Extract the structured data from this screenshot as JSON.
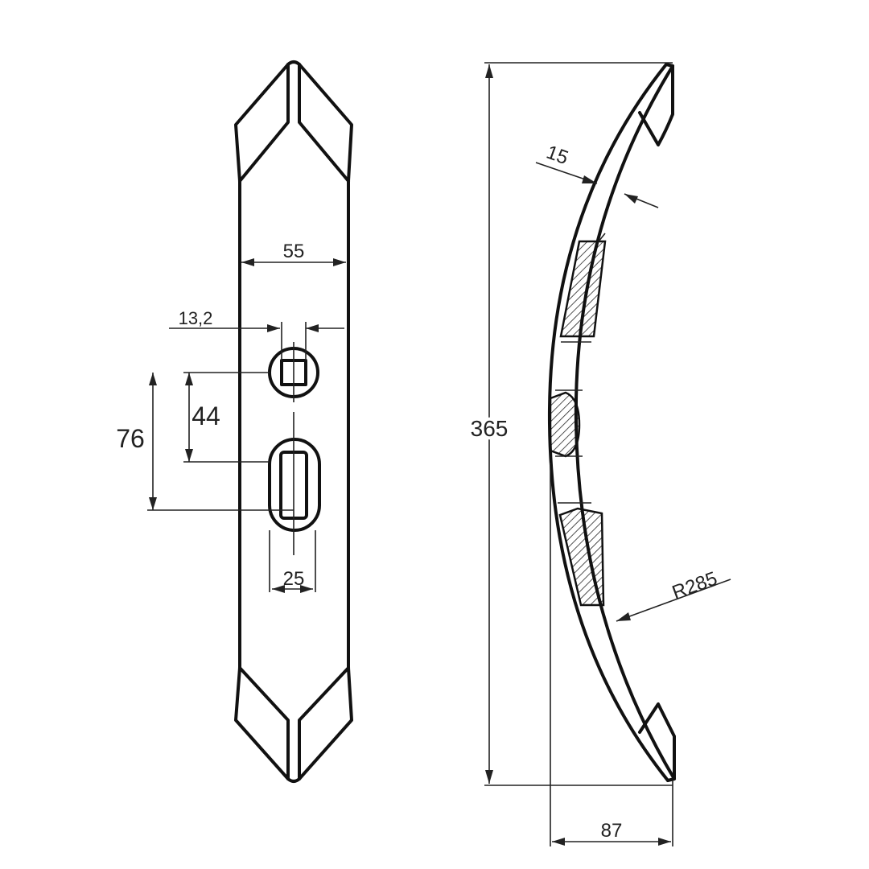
{
  "dimensions": {
    "width_55": "55",
    "hole_13_2": "13,2",
    "spacing_44": "44",
    "spacing_76": "76",
    "slot_25": "25",
    "height_365": "365",
    "thickness_15": "15",
    "radius_r285": "R285",
    "depth_87": "87"
  },
  "colors": {
    "line": "#111111",
    "background": "#ffffff"
  }
}
